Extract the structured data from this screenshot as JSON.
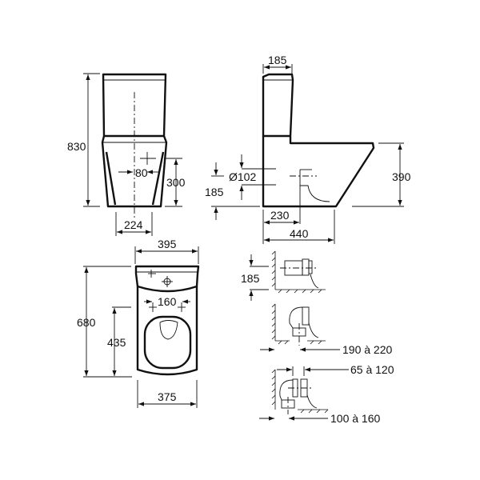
{
  "drawing": {
    "front_view": {
      "height": "830",
      "outlet_offset": "80",
      "outlet_height": "300",
      "base_width": "224"
    },
    "side_view": {
      "tank_depth": "185",
      "outlet_diameter": "Ø102",
      "outlet_axis_height": "185",
      "bowl_height": "390",
      "outlet_distance": "230",
      "total_depth": "440"
    },
    "top_view": {
      "tank_width": "395",
      "total_length": "680",
      "seat_length": "435",
      "fixing_spacing": "160",
      "bowl_width": "375"
    },
    "connections": {
      "wall_outlet_height": "185",
      "floor_outlet_range": "190 à 220",
      "offset_range_a": "65 à 120",
      "offset_range_b": "100 à 160"
    }
  }
}
